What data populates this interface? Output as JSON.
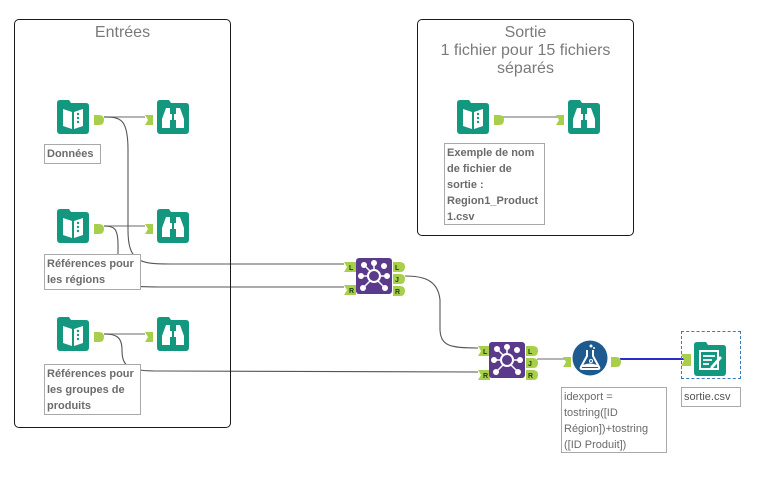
{
  "containers": {
    "inputs": {
      "title": "Entrées"
    },
    "output": {
      "title": "Sortie\n1 fichier pour 15 fichiers\nséparés"
    }
  },
  "tools": {
    "input_data": {
      "type": "input-data",
      "annotation": "Données"
    },
    "input_regions": {
      "type": "input-data",
      "annotation": "Références pour les régions"
    },
    "input_products": {
      "type": "input-data",
      "annotation": "Références pour les groupes de produits"
    },
    "browse_1": {
      "type": "browse"
    },
    "browse_2": {
      "type": "browse"
    },
    "browse_3": {
      "type": "browse"
    },
    "output_example_input": {
      "type": "input-data",
      "annotation": "Exemple de nom de fichier de sortie : Region1_Product 1.csv"
    },
    "output_example_browse": {
      "type": "browse"
    },
    "join_1": {
      "type": "join",
      "inputs": [
        "L",
        "R"
      ],
      "outputs": [
        "L",
        "J",
        "R"
      ]
    },
    "join_2": {
      "type": "join",
      "inputs": [
        "L",
        "R"
      ],
      "outputs": [
        "L",
        "J",
        "R"
      ]
    },
    "formula": {
      "type": "formula",
      "annotation": "idexport = tostring([ID Région])+tostring ([ID Produit])"
    },
    "output_file": {
      "type": "output-data",
      "annotation": "sortie.csv"
    }
  },
  "colors": {
    "io_tool": "#13977f",
    "join_tool": "#5b3a8c",
    "formula_tool": "#1e5a8e",
    "anchor": "#a8cf4b",
    "wire": "#555555",
    "selected_wire": "#2b2bcc",
    "container_border": "#1a1a1a",
    "title_text": "#7a7a7a"
  }
}
